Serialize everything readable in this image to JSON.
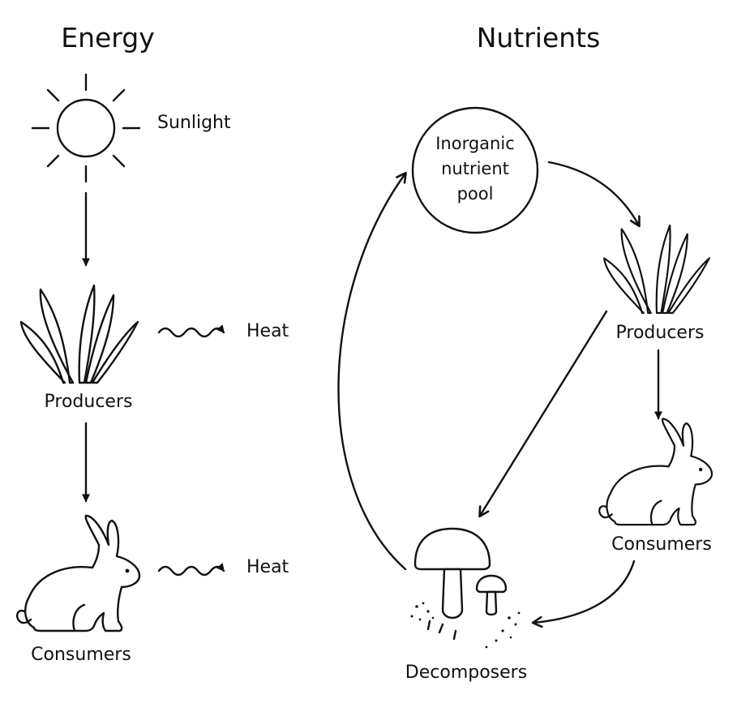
{
  "energy": {
    "title": "Energy",
    "sun_label": "Sunlight",
    "producers_label": "Producers",
    "consumers_label": "Consumers",
    "heat_label_1": "Heat",
    "heat_label_2": "Heat"
  },
  "nutrients": {
    "title": "Nutrients",
    "pool_line_1": "Inorganic",
    "pool_line_2": "nutrient",
    "pool_line_3": "pool",
    "producers_label": "Producers",
    "consumers_label": "Consumers",
    "decomposers_label": "Decomposers"
  },
  "icons": {
    "sun": "sun-icon",
    "producers": "grass-icon",
    "consumers": "rabbit-icon",
    "decomposers": "mushroom-worm-icon",
    "heat": "wavy-arrow-icon"
  },
  "colors": {
    "ink": "#111111",
    "background": "#ffffff"
  }
}
